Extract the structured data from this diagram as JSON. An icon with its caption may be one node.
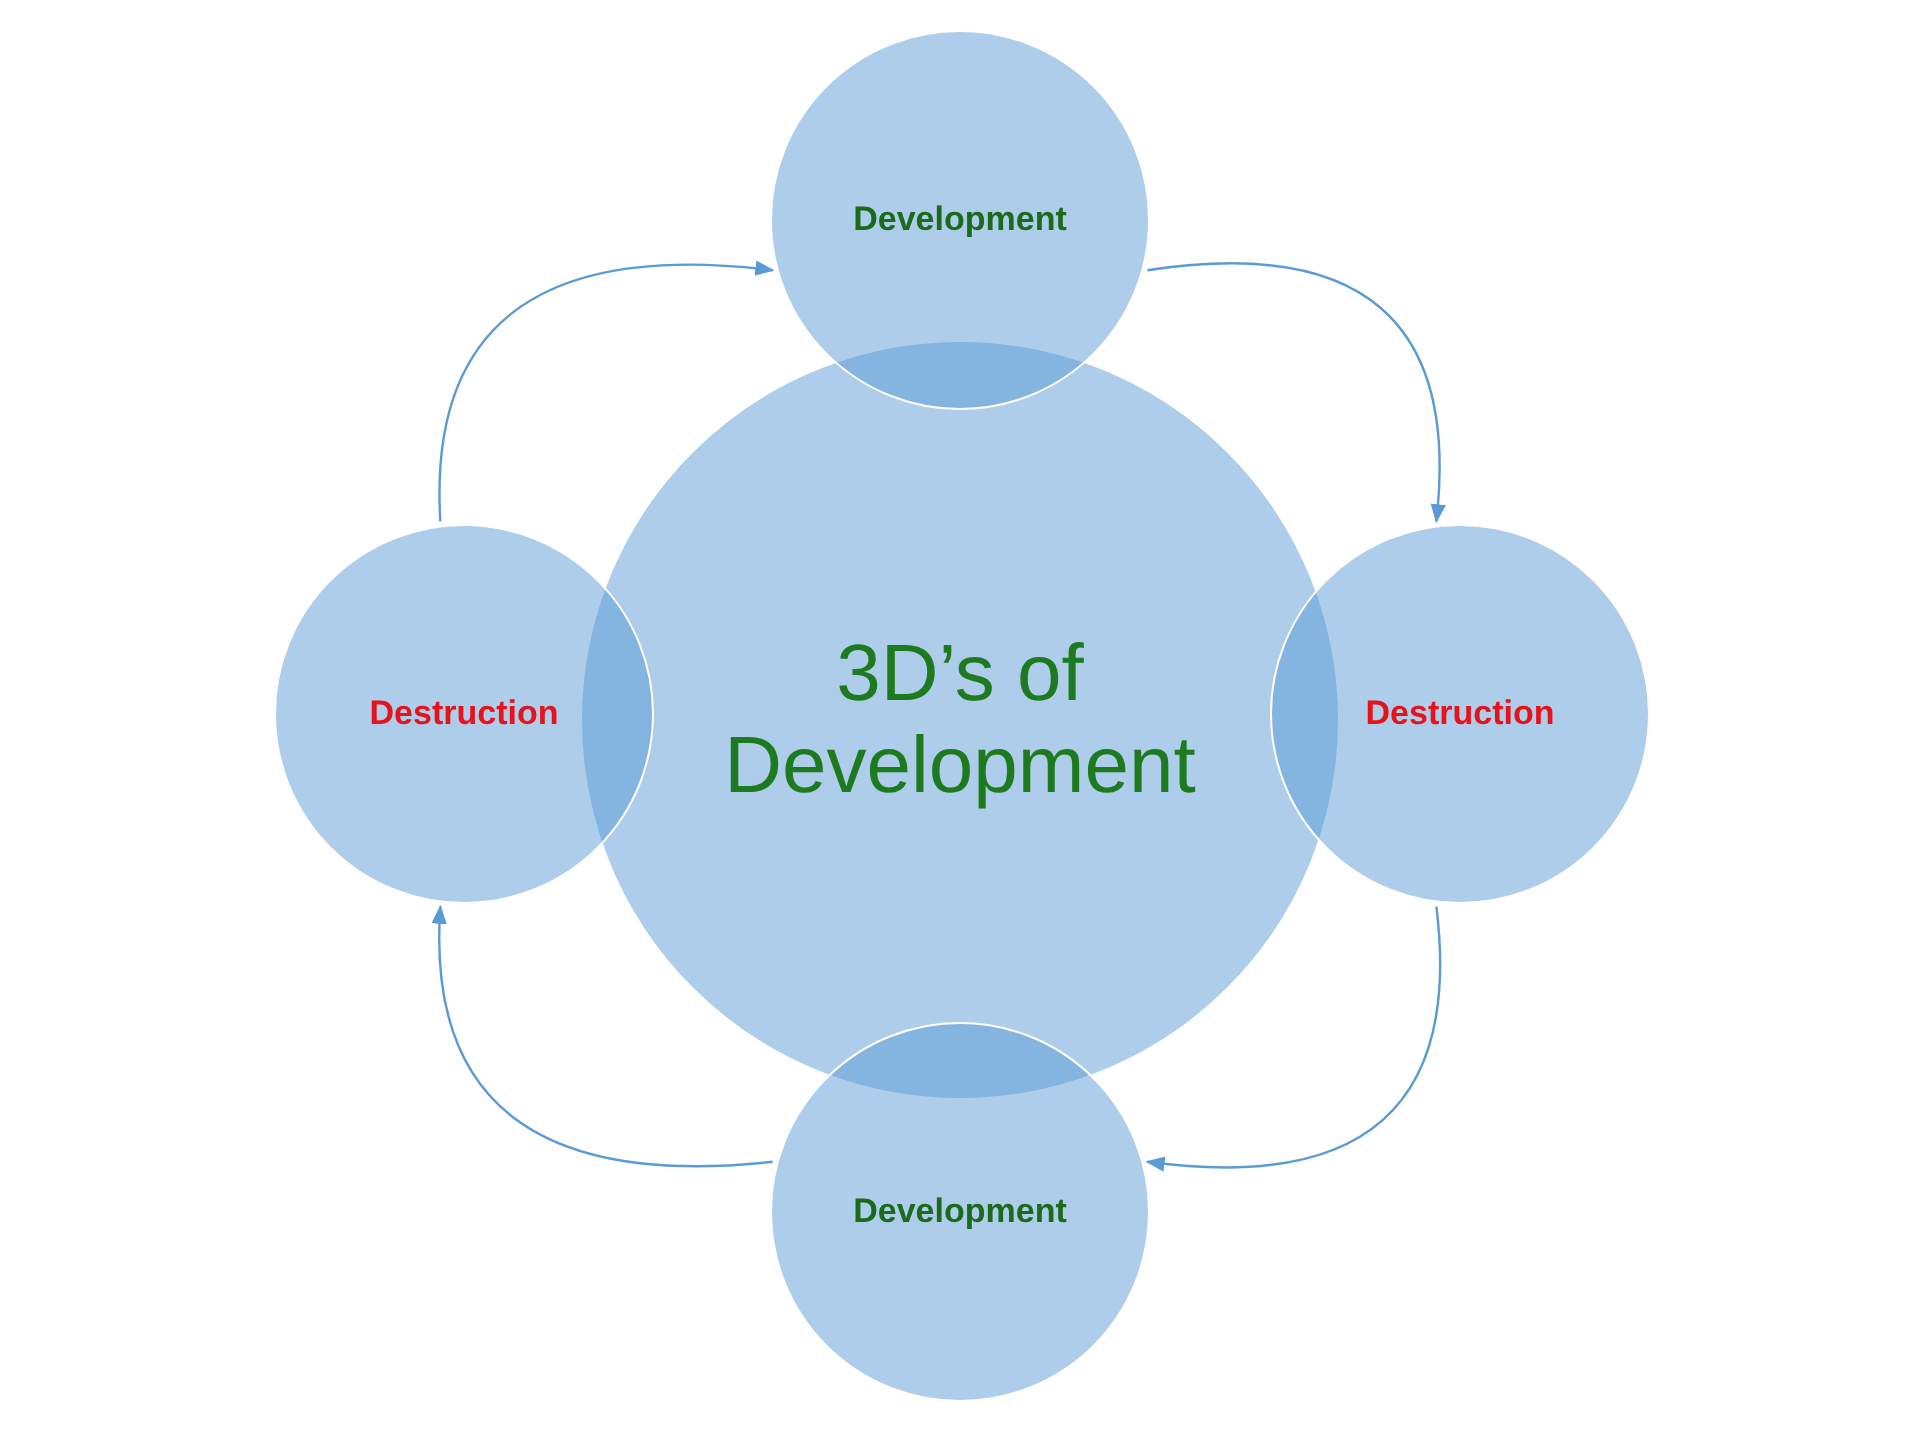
{
  "diagram": {
    "nodes": [
      {
        "text": [
          "3D’s of Development"
        ]
      },
      {
        "text": [
          "Development"
        ]
      },
      {
        "text": [
          "Destruction"
        ]
      },
      {
        "text": [
          "Development"
        ]
      },
      {
        "text": [
          "Destruction"
        ]
      }
    ],
    "edges": [
      {
        "from": 4,
        "to": 1,
        "arrow": "to"
      },
      {
        "from": 1,
        "to": 2,
        "arrow": "to"
      },
      {
        "from": 2,
        "to": 3,
        "arrow": "to"
      },
      {
        "from": 3,
        "to": 4,
        "arrow": "to"
      }
    ]
  }
}
